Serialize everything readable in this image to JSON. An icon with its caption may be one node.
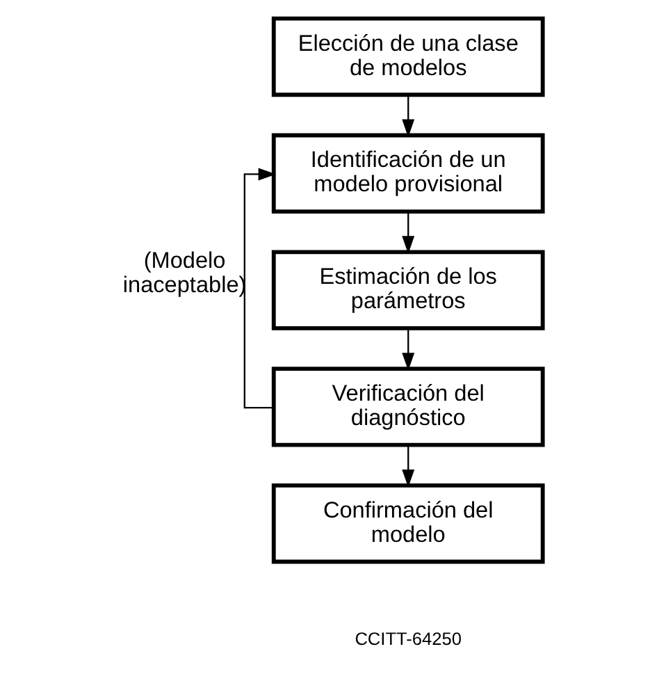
{
  "diagram": {
    "nodes": [
      {
        "text": [
          "Elección de una clase de modelos"
        ]
      },
      {
        "text": [
          "Identificación de un modelo provisional"
        ]
      },
      {
        "text": [
          "Estimación de los parámetros"
        ]
      },
      {
        "text": [
          "Verificación del diagnóstico"
        ]
      },
      {
        "text": [
          "Confirmación del modelo"
        ]
      }
    ],
    "edges": [
      {
        "from": 0,
        "to": 1,
        "arrow": "to"
      },
      {
        "from": 1,
        "to": 2,
        "arrow": "to"
      },
      {
        "from": 2,
        "to": 3,
        "arrow": "to"
      },
      {
        "from": 3,
        "to": 4,
        "arrow": "to"
      },
      {
        "from": 3,
        "to": 1,
        "arrow": "to",
        "label": "(Modelo inaceptable)"
      }
    ],
    "labels": [
      "CCITT-64250"
    ]
  }
}
